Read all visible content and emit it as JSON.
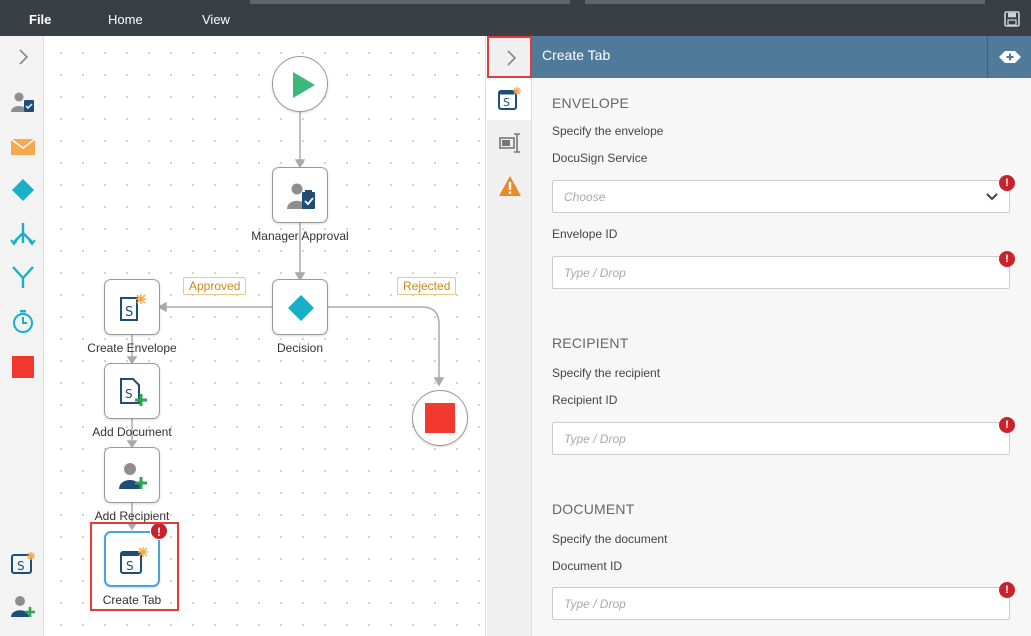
{
  "menu": {
    "file": "File",
    "home": "Home",
    "view": "View"
  },
  "canvas": {
    "nodes": {
      "manager_approval": "Manager Approval",
      "decision": "Decision",
      "create_envelope": "Create Envelope",
      "add_document": "Add Document",
      "add_recipient": "Add Recipient",
      "create_tab": "Create Tab"
    },
    "branches": {
      "approved": "Approved",
      "rejected": "Rejected"
    },
    "error_mark": "!"
  },
  "panel": {
    "title": "Create Tab",
    "envelope": {
      "heading": "ENVELOPE",
      "description": "Specify the envelope",
      "service_label": "DocuSign Service",
      "service_placeholder": "Choose",
      "id_label": "Envelope ID",
      "id_placeholder": "Type / Drop"
    },
    "recipient": {
      "heading": "RECIPIENT",
      "description": "Specify the recipient",
      "id_label": "Recipient ID",
      "id_placeholder": "Type / Drop"
    },
    "document": {
      "heading": "DOCUMENT",
      "description": "Specify the document",
      "id_label": "Document ID",
      "id_placeholder": "Type / Drop"
    }
  },
  "colors": {
    "header": "#4f7a99",
    "error": "#c8232c",
    "start": "#3cb878",
    "stop": "#f1392f",
    "decision": "#18b0c8",
    "tag": "#c98a1c"
  }
}
